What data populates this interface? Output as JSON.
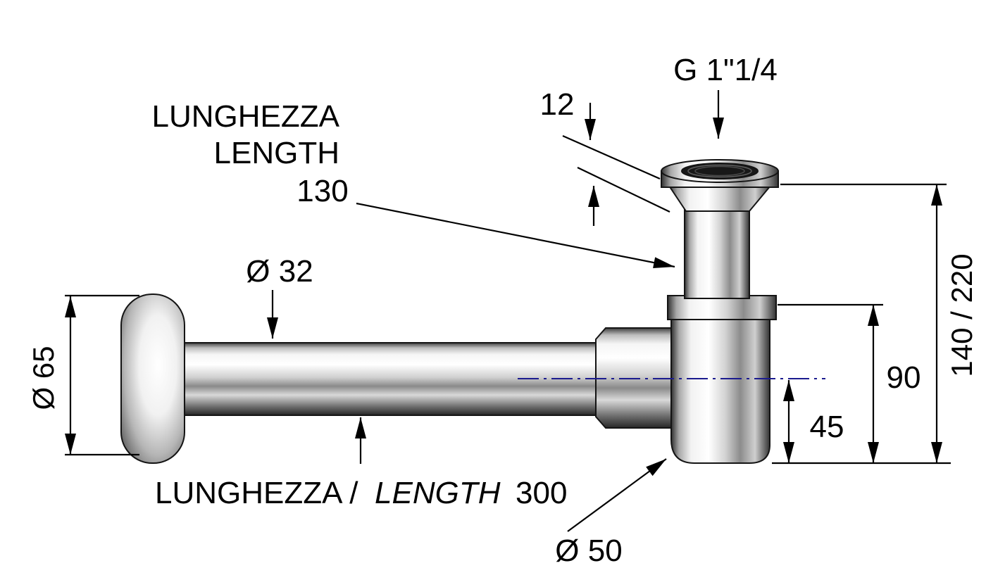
{
  "drawing": {
    "title": "Bottle trap dimensional drawing",
    "labels": {
      "thread_size": "G 1\"1/4",
      "flange_thickness": "12",
      "length_label_it": "LUNGHEZZA",
      "length_label_en": "LENGTH",
      "inlet_length": "130",
      "pipe_diameter": "Ø 32",
      "rosette_diameter": "Ø 65",
      "height_range": "140 / 220",
      "body_height": "90",
      "outlet_offset": "45",
      "bottom_length_it": "LUNGHEZZA /",
      "bottom_length_en": "LENGTH",
      "pipe_length": "300",
      "body_diameter": "Ø 50"
    },
    "colors": {
      "line": "#000000",
      "centerline": "#1b1b8e",
      "background": "#ffffff"
    }
  }
}
